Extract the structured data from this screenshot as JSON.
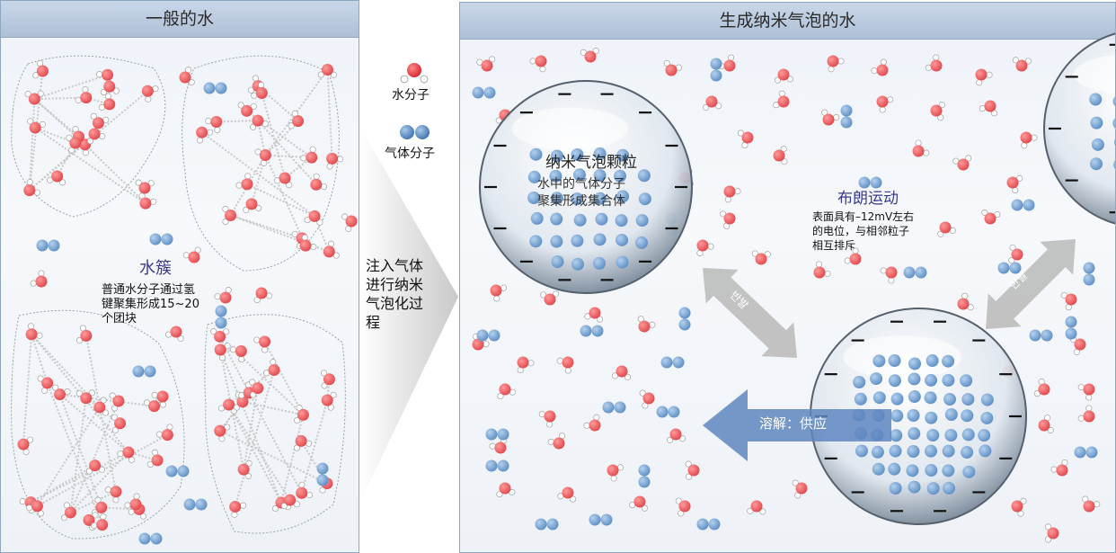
{
  "left": {
    "title": "一般的水",
    "cluster_label": "水簇",
    "cluster_desc": [
      "普通水分子通过氢",
      "键聚集形成15~20",
      "个团块"
    ]
  },
  "legend": {
    "water_label": "水分子",
    "gas_label": "气体分子"
  },
  "arrow": {
    "lines": [
      "注入气体",
      "进行纳米",
      "气泡化过",
      "程"
    ]
  },
  "right": {
    "title": "生成纳米气泡的水",
    "bubble_title": "纳米气泡颗粒",
    "bubble_desc": [
      "水中的气体分子",
      "聚集形成集合体"
    ],
    "brownian_title": "布朗运动",
    "brownian_desc": [
      "表面具有–12mV左右",
      "的电位，与相邻粒子",
      "相互排斥"
    ],
    "repel_label": "반발",
    "dissolve_label": "溶解：供应"
  },
  "colors": {
    "oxygen": "#e0474c",
    "gas": "#5d8ec4",
    "accent_text": "#3a3a8c"
  }
}
